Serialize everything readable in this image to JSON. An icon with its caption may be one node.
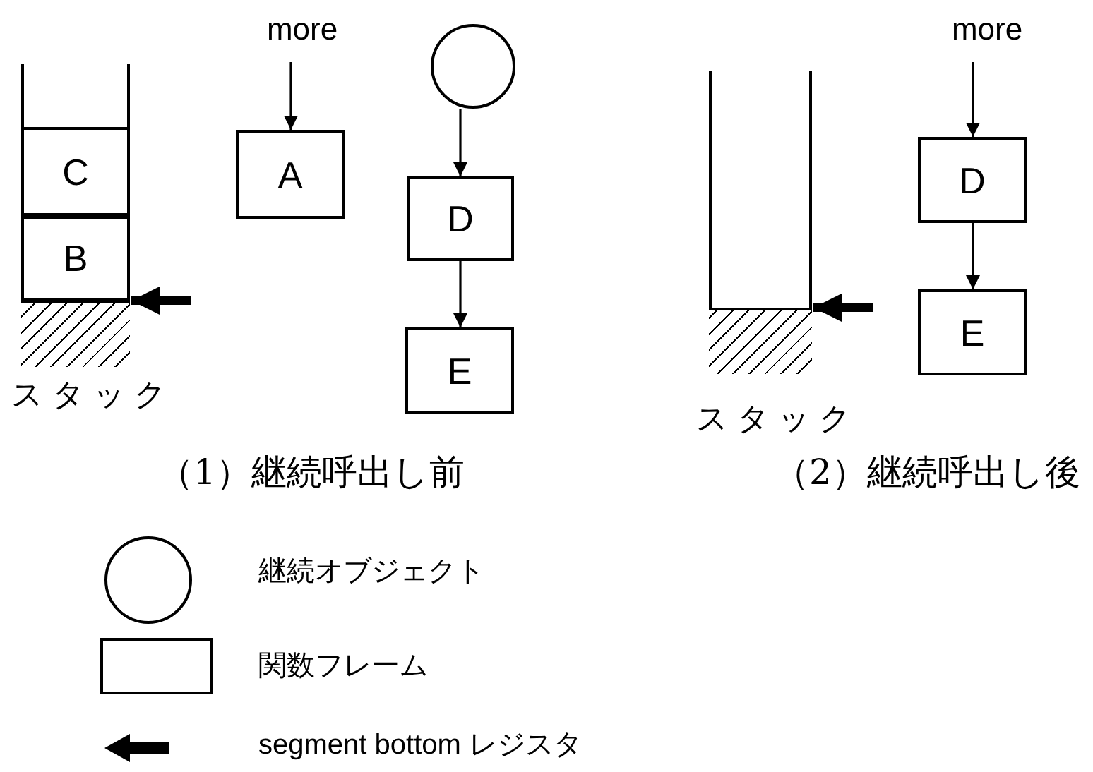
{
  "diagram": {
    "nodes": [
      {
        "text": [],
        "shape": "box",
        "beside": [
          "スタック"
        ]
      },
      {
        "text": [
          "C"
        ],
        "in": 0
      },
      {
        "text": [
          "B"
        ],
        "in": 0
      },
      {
        "text": [],
        "shape": "box",
        "in": 0
      },
      {
        "text": [
          "more"
        ]
      },
      {
        "text": [
          "A"
        ]
      },
      {
        "text": [],
        "shape": "circle"
      },
      {
        "text": [
          "D"
        ]
      },
      {
        "text": [
          "E"
        ]
      },
      {
        "text": [],
        "shape": "box",
        "beside": [
          "スタック"
        ]
      },
      {
        "text": [],
        "shape": "box",
        "in": 9
      },
      {
        "text": [
          "more"
        ]
      },
      {
        "text": [
          "D"
        ]
      },
      {
        "text": [
          "E"
        ]
      }
    ],
    "edges": [
      {
        "from": null,
        "to": 3,
        "arrow": "to",
        "style": "thick"
      },
      {
        "from": 4,
        "to": 5,
        "arrow": "to"
      },
      {
        "from": 6,
        "to": 7,
        "arrow": "to"
      },
      {
        "from": 7,
        "to": 8,
        "arrow": "to"
      },
      {
        "from": null,
        "to": 10,
        "arrow": "to",
        "style": "thick"
      },
      {
        "from": 11,
        "to": 12,
        "arrow": "to"
      },
      {
        "from": 12,
        "to": 13,
        "arrow": "to"
      }
    ],
    "labels": [
      "（1）継続呼出し前",
      "（2）継続呼出し後"
    ],
    "legend": [
      {
        "text": "継続オブジェクト"
      },
      {
        "text": "関数フレーム"
      },
      {
        "text": "segment bottom レジスタ"
      }
    ]
  }
}
